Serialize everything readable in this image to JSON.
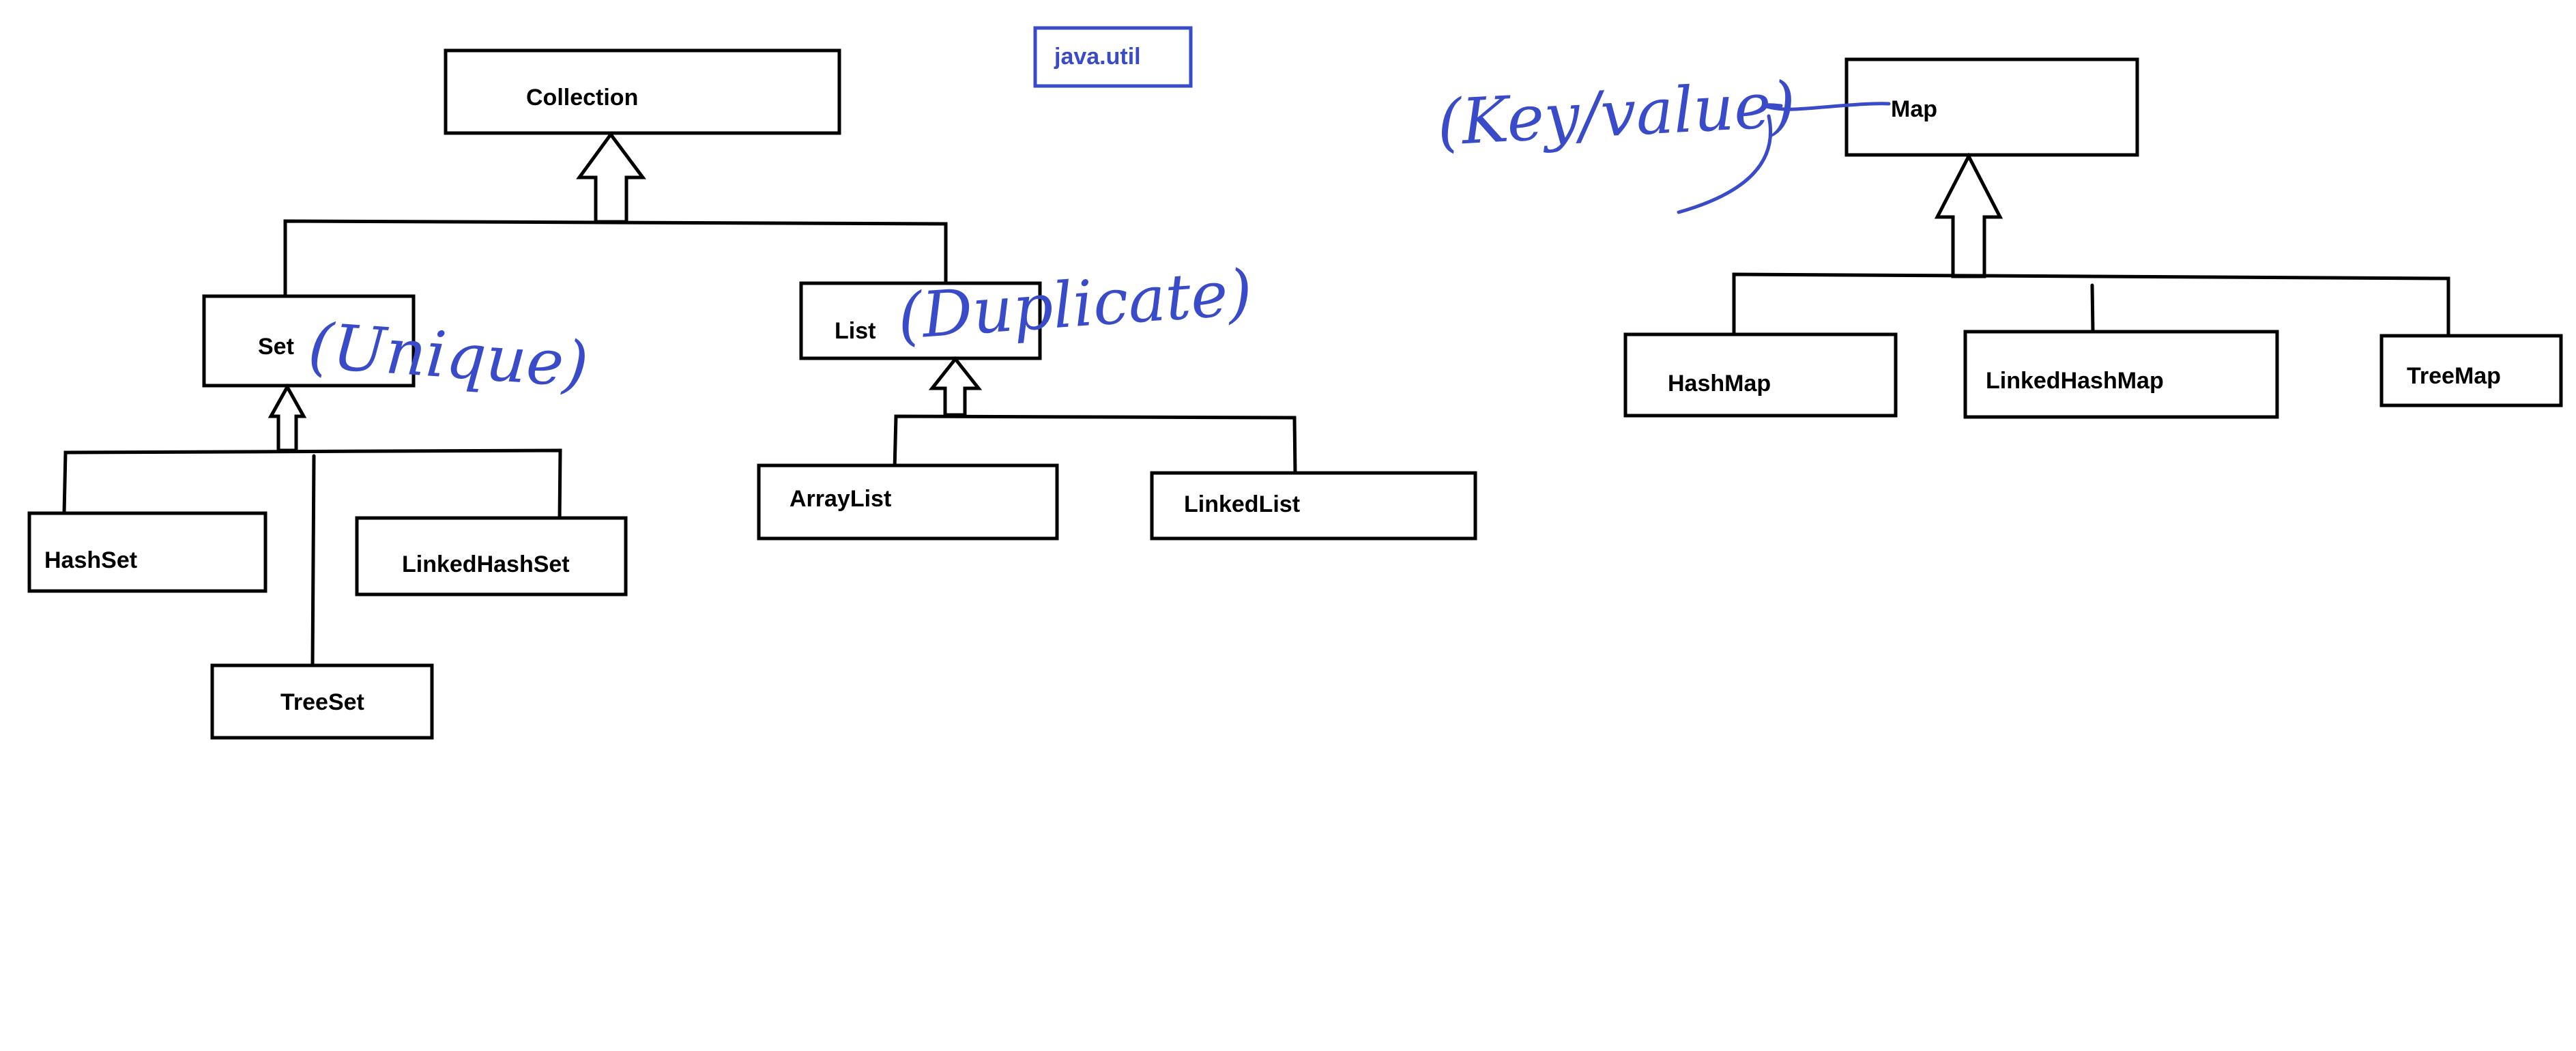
{
  "package_label": "java.util",
  "nodes": {
    "collection": "Collection",
    "set": "Set",
    "list": "List",
    "hashset": "HashSet",
    "linkedhashset": "LinkedHashSet",
    "treeset": "TreeSet",
    "arraylist": "ArrayList",
    "linkedlist": "LinkedList",
    "map": "Map",
    "hashmap": "HashMap",
    "linkedhashmap": "LinkedHashMap",
    "treemap": "TreeMap"
  },
  "annotations": {
    "set_note": "(Unique)",
    "list_note": "(Duplicate)",
    "map_note": "(Key/value)"
  },
  "colors": {
    "ink": "#3a4bc9",
    "lines": "#000000"
  }
}
